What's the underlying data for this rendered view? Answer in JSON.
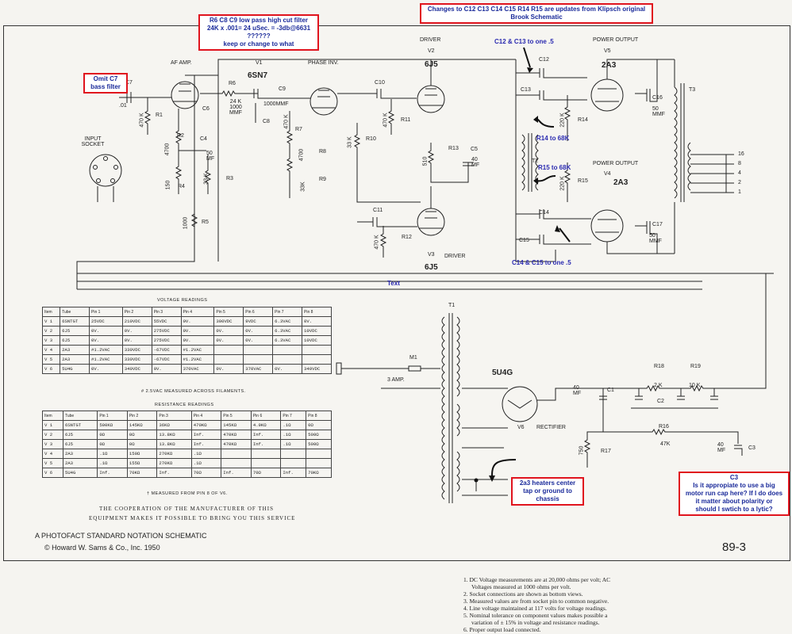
{
  "annotations": {
    "filter_note": [
      "R6 C8 C9 low pass high cut filter",
      "24K x .001= 24 uSec. = -3db@6631",
      "??????",
      "keep or change to what"
    ],
    "klipsch_note": [
      "Changes to C12 C13 C14 C15 R14 R15 are updates from Klipsch original",
      "Brook Schematic"
    ],
    "omit_c7": [
      "Omit C7",
      "bass filter"
    ],
    "c12_c13": "C12 & C13 to one .5",
    "r14": "R14 to 68K",
    "r15": "R15 to 68K",
    "c14_c15": "C14 & C15 to one .5",
    "text_marker": "Text",
    "heaters": [
      "2a3 heaters center",
      "tap or ground to",
      "chassis"
    ],
    "c3_note": [
      "C3",
      "Is it appropiate to use a big",
      "motor run cap here? If I do does",
      "it matter about polarity or",
      "should I swtich to a lytic?"
    ]
  },
  "schematic": {
    "stage_labels": {
      "af_amp": "AF AMP.",
      "phase_inv": "PHASE INV.",
      "driver_top": "DRIVER",
      "driver_bottom": "DRIVER",
      "power_output_top": "POWER OUTPUT",
      "power_output_bottom": "POWER OUTPUT",
      "rectifier": "RECTIFIER",
      "input_socket": "INPUT SOCKET"
    },
    "tubes": {
      "v1_name": "6SN7",
      "v2_name": "6J5",
      "v3_name": "6J5",
      "v4_name": "2A3",
      "v5_name": "2A3",
      "v6_name": "5U4G"
    },
    "values": {
      "c7": ".01",
      "r1": "470 K",
      "r2": "4700",
      "r4": "150",
      "r3": "33 K",
      "r5": "1000",
      "r6": "24 K 1000 MMF",
      "c9": "1000MMF",
      "c4": "50 MF",
      "r7": "470 K",
      "r8": "4700",
      "r9": "33K",
      "r10": "33 K",
      "r11": "470 K",
      "r12": "470 K",
      "r13": "510",
      "c5": "40 MF",
      "r14": "220 K",
      "r15": "220 K",
      "c16": "50 MMF",
      "c17": "50 MMF",
      "c1": "40 MF",
      "r17": "750",
      "r18": "2 K",
      "r19": "10 K",
      "r16": "47K",
      "c3": "40 MF",
      "m1": "3 AMP.",
      "taps": [
        "16",
        "8",
        "4",
        "2",
        "1"
      ]
    },
    "tags": [
      "V1",
      "V2",
      "V3",
      "V4",
      "V5",
      "V6",
      "R1",
      "R2",
      "R3",
      "R4",
      "R5",
      "R6",
      "R7",
      "R8",
      "R9",
      "R10",
      "R11",
      "R12",
      "R13",
      "R14",
      "R15",
      "R16",
      "R17",
      "R18",
      "R19",
      "C1",
      "C2",
      "C3",
      "C4",
      "C5",
      "C6",
      "C7",
      "C8",
      "C9",
      "C10",
      "C11",
      "C12",
      "C13",
      "C14",
      "C15",
      "C16",
      "C17",
      "T1",
      "T2",
      "T3",
      "M1"
    ]
  },
  "voltage_table": {
    "title": "VOLTAGE READINGS",
    "headers": [
      "Item",
      "Tube",
      "Pin 1",
      "Pin 2",
      "Pin 3",
      "Pin 4",
      "Pin 5",
      "Pin 6",
      "Pin 7",
      "Pin 8"
    ],
    "rows": [
      [
        "V 1",
        "6SNTGT",
        "25VDC",
        "210VDC",
        "55VDC",
        "0V.",
        "300VDC",
        "9VDC",
        "6.3VAC",
        "0V."
      ],
      [
        "V 2",
        "6J5",
        "0V.",
        "0V.",
        "275VDC",
        "0V.",
        "0V.",
        "0V.",
        "6.3VAC",
        "10VDC"
      ],
      [
        "V 3",
        "6J5",
        "0V.",
        "0V.",
        "275VDC",
        "0V.",
        "0V.",
        "0V.",
        "6.3VAC",
        "10VDC"
      ],
      [
        "V 4",
        "2A3",
        "#1.2VAC",
        "330VDC",
        "-67VDC",
        "#1.2VAC",
        "",
        "",
        "",
        ""
      ],
      [
        "V 5",
        "2A3",
        "#1.2VAC",
        "330VDC",
        "-67VDC",
        "#1.2VAC",
        "",
        "",
        "",
        ""
      ],
      [
        "V 6",
        "5U4G",
        "0V.",
        "340VDC",
        "0V.",
        "370VAC",
        "0V.",
        "370VAC",
        "0V.",
        "340VDC"
      ]
    ],
    "footnote": "# 2.5VAC MEASURED ACROSS FILAMENTS."
  },
  "resistance_table": {
    "title": "RESISTANCE READINGS",
    "headers": [
      "Item",
      "Tube",
      "Pin 1",
      "Pin 2",
      "Pin 3",
      "Pin 4",
      "Pin 5",
      "Pin 6",
      "Pin 7",
      "Pin 8"
    ],
    "rows": [
      [
        "V 1",
        "6SNTGT",
        "500KΩ",
        "145KΩ",
        "36KΩ",
        "470KΩ",
        "145KΩ",
        "4.9KΩ",
        ".1Ω",
        "0Ω"
      ],
      [
        "V 2",
        "6J5",
        "0Ω",
        "0Ω",
        "13.8KΩ",
        "Inf.",
        "470KΩ",
        "Inf.",
        ".1Ω",
        "500Ω"
      ],
      [
        "V 3",
        "6J5",
        "0Ω",
        "0Ω",
        "13.8KΩ",
        "Inf.",
        "470KΩ",
        "Inf.",
        ".1Ω",
        "500Ω"
      ],
      [
        "V 4",
        "2A3",
        ".1Ω",
        "150Ω",
        "270KΩ",
        ".1Ω",
        "",
        "",
        "",
        ""
      ],
      [
        "V 5",
        "2A3",
        ".1Ω",
        "155Ω",
        "270KΩ",
        ".1Ω",
        "",
        "",
        "",
        ""
      ],
      [
        "V 6",
        "5U4G",
        "Inf.",
        "70KΩ",
        "Inf.",
        "70Ω",
        "Inf.",
        "70Ω",
        "Inf.",
        "70KΩ"
      ]
    ],
    "footnote": "† MEASURED FROM PIN 8 OF V6."
  },
  "footer": {
    "cooperation": [
      "THE COOPERATION OF THE MANUFACTURER OF THIS",
      "EQUIPMENT MAKES IT POSSIBLE TO BRING YOU THIS SERVICE"
    ],
    "photofact": "A PHOTOFACT STANDARD NOTATION SCHEMATIC",
    "copyright": "© Howard W. Sams & Co., Inc. 1950",
    "page": "89-3"
  },
  "notes": [
    "1.  DC Voltage measurements are at 20,000 ohms per volt; AC",
    "Voltages measured at 1000 ohms per volt.",
    "2.  Socket connections are shown as bottom views.",
    "3.  Measured values are from socket pin to common negative.",
    "4.  Line voltage maintained at 117 volts for voltage readings.",
    "5.  Nominal tolerance on component values makes possible a",
    "variation of ± 15% in voltage and resistance readings.",
    "6.  Proper output load connected."
  ],
  "colors": {
    "annotation_border": "#e0141e",
    "annotation_text": "#1a2a9a",
    "ink": "#222222",
    "paper": "#f6f5f1"
  }
}
